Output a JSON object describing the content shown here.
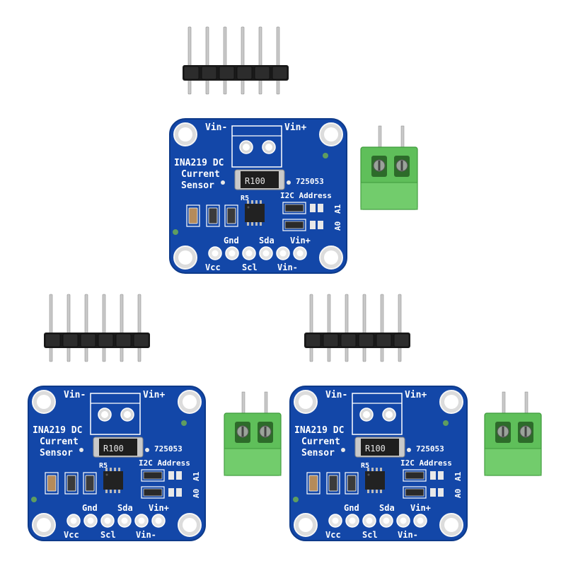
{
  "colors": {
    "pcb": "#1347a8",
    "pcb_edge": "#0d3a8a",
    "silkscreen": "#ffffff",
    "pad": "#e8e8e8",
    "header_plastic": "#1a1a1a",
    "pin_metal": "#c9c9c9",
    "terminal_green": "#5fbf5a",
    "ic_black": "#222222"
  },
  "board": {
    "title_line1": "INA219 DC",
    "title_line2": "Current",
    "title_line3": "Sensor",
    "label_vin_minus_top": "Vin-",
    "label_vin_plus_top": "Vin+",
    "shunt_label": "R100",
    "batch_code": "725053",
    "r5_label": "R5",
    "i2c_label": "I2C Address",
    "a0_label": "A0",
    "a1_label": "A1",
    "pin_gnd": "Gnd",
    "pin_sda": "Sda",
    "pin_vin_plus": "Vin+",
    "pin_vcc": "Vcc",
    "pin_scl": "Scl",
    "pin_vin_minus": "Vin-"
  },
  "icons": {
    "header": "pin-header-6-icon",
    "terminal": "screw-terminal-2-icon"
  }
}
